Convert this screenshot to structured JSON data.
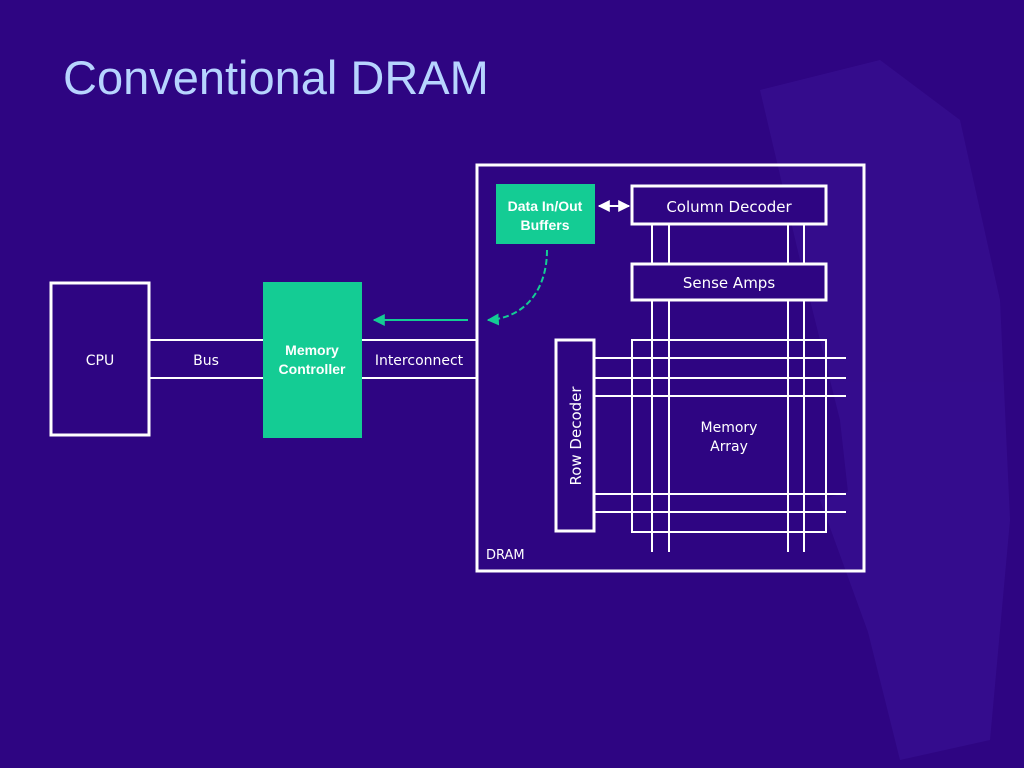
{
  "slide": {
    "title": "Conventional DRAM"
  },
  "diagram": {
    "cpu_label": "CPU",
    "bus_label": "Bus",
    "memory_controller_label": [
      "Memory",
      "Controller"
    ],
    "interconnect_label": "Interconnect",
    "data_buffers_label": [
      "Data In/Out",
      "Buffers"
    ],
    "column_decoder_label": "Column Decoder",
    "sense_amps_label": "Sense Amps",
    "row_decoder_label": "Row Decoder",
    "memory_array_label": [
      "Memory",
      "Array"
    ],
    "dram_label": "DRAM"
  },
  "colors": {
    "background": "#2e0582",
    "title": "#b7d4ff",
    "accent_green": "#14cc94",
    "line_white": "#ffffff"
  }
}
